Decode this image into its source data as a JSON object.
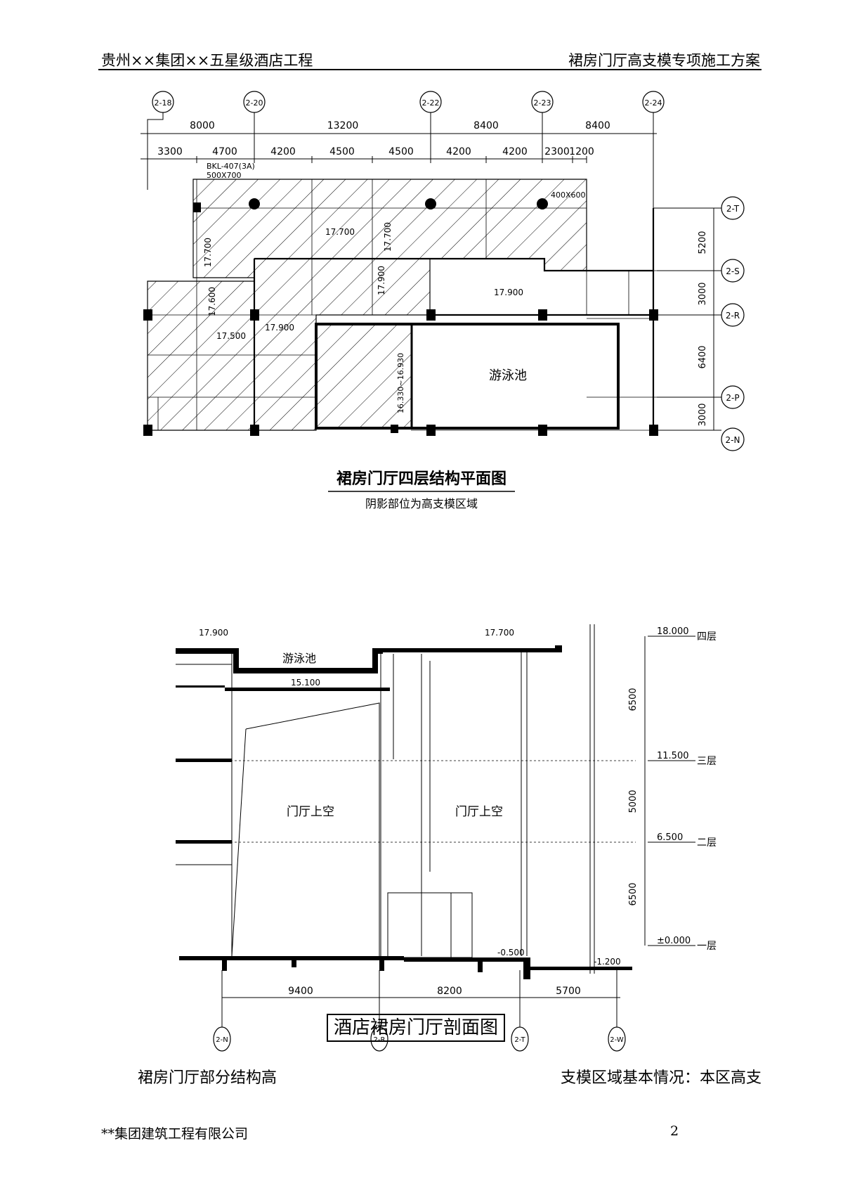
{
  "header": {
    "left": "贵州××集团××五星级酒店工程",
    "right": "裙房门厅高支模专项施工方案"
  },
  "plan": {
    "title": "裙房门厅四层结构平面图",
    "subtitle": "阴影部位为高支模区域",
    "axes_top": [
      "2-18",
      "2-20",
      "2-22",
      "2-23",
      "2-24"
    ],
    "axes_right": [
      "2-T",
      "2-S",
      "2-R",
      "2-P",
      "2-N"
    ],
    "dims_top_row1": [
      "8000",
      "13200",
      "8400",
      "8400"
    ],
    "dims_top_row2": [
      "3300",
      "4700",
      "4200",
      "4500",
      "4500",
      "4200",
      "4200",
      "2300",
      "1200"
    ],
    "dims_right": [
      "5200",
      "3000",
      "6400",
      "3000"
    ],
    "beam_label_1": "BKL-407(3A)",
    "beam_label_2": "500X700",
    "col_label": "400X600",
    "elevations": [
      "17.700",
      "17.700",
      "17.700",
      "17.900",
      "17.900",
      "17.600",
      "17.500",
      "17.900"
    ],
    "pool_range": "16.330~16.930",
    "pool_label": "游泳池"
  },
  "section": {
    "title": "酒店裙房门厅剖面图",
    "top_elev_left": "17.900",
    "top_elev_right": "17.700",
    "pool_label": "游泳池",
    "pool_bottom_elev": "15.100",
    "void_label_left": "门厅上空",
    "void_label_right": "门厅上空",
    "levels": [
      {
        "elev": "18.000",
        "name": "四层"
      },
      {
        "elev": "11.500",
        "name": "三层"
      },
      {
        "elev": "6.500",
        "name": "二层"
      },
      {
        "elev": "±0.000",
        "name": "一层"
      }
    ],
    "dims_vertical": [
      "6500",
      "5000",
      "6500"
    ],
    "ground_elev_1": "-0.500",
    "ground_elev_2": "-1.200",
    "dims_bottom": [
      "9400",
      "8200",
      "5700"
    ],
    "axes_bottom": [
      "2-N",
      "2-R",
      "2-T",
      "2-W"
    ]
  },
  "intro": {
    "left": "裙房门厅部分结构高",
    "right": "支模区域基本情况：本区高支"
  },
  "footer": {
    "company": "**集团建筑工程有限公司",
    "page": "2"
  }
}
